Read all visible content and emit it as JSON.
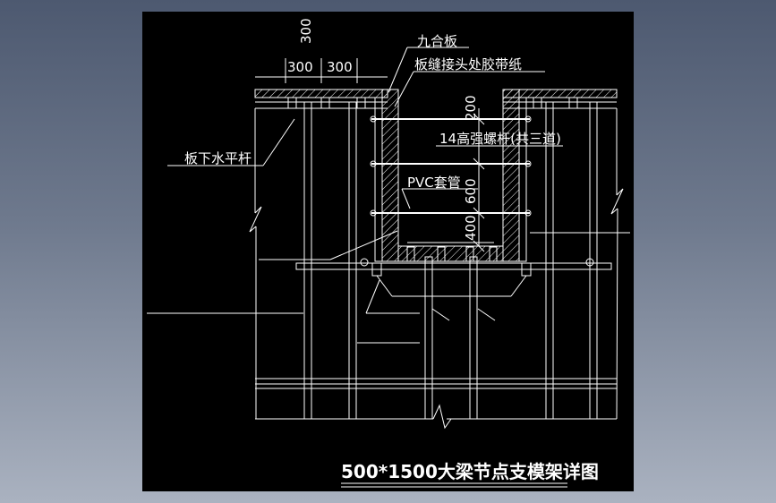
{
  "drawing": {
    "title": "500*1500大梁节点支模架详图",
    "dims": {
      "vertical_300": "300",
      "span_a": "300",
      "span_b": "300",
      "d200": "200",
      "d600": "600",
      "d400": "400"
    },
    "labels": {
      "plywood": "九合板",
      "tape": "板缝接头处胶带纸",
      "horizontal_bar": "板下水平杆",
      "bolt": "14高强螺杆(共三道)",
      "pvc": "PVC套管"
    },
    "colors": {
      "background": "#000000",
      "line": "#ffffff",
      "window": "#6f7a8e"
    }
  }
}
